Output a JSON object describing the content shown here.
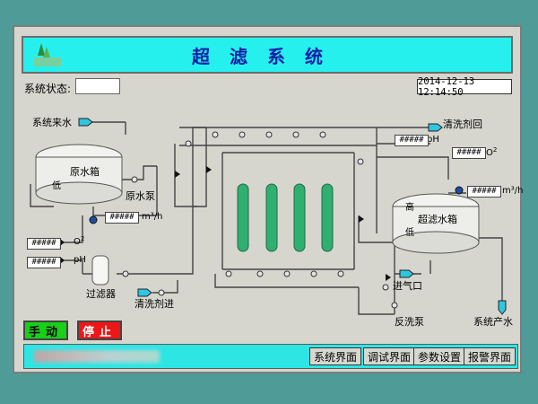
{
  "header": {
    "title": "超滤系统"
  },
  "status": {
    "label": "系统状态:",
    "value": ""
  },
  "clock": {
    "datetime": "2014-12-13 12:14:50"
  },
  "labels": {
    "system_inlet": "系统来水",
    "raw_tank": "原水箱",
    "raw_tank_low": "低",
    "raw_pump": "原水泵",
    "filter": "过滤器",
    "clean_agent_in": "清洗剂进",
    "clean_agent_return": "清洗剂回",
    "uf_tank": "超滤水箱",
    "uf_tank_high": "高",
    "uf_tank_low": "低",
    "air_inlet": "进气口",
    "backwash_pump": "反洗泵",
    "system_output": "系统产水",
    "o2_left": "O",
    "o2_left_sub": "2",
    "ph_left": "pH",
    "flow_left_unit": "m³/h",
    "ph_right": "pH",
    "o2_right": "O",
    "o2_right_sub": "2",
    "flow_right_unit": "m³/h"
  },
  "readouts": {
    "flow_left": "#####",
    "o2_left": "#####",
    "ph_left": "#####",
    "ph_right": "#####",
    "o2_right": "#####",
    "flow_right": "#####"
  },
  "controls": {
    "manual": "手动",
    "stop": "停止"
  },
  "nav": [
    {
      "label": "系统界面"
    },
    {
      "label": "调试界面"
    },
    {
      "label": "参数设置"
    },
    {
      "label": "报警界面"
    }
  ],
  "colors": {
    "title_bar": "#26f0ee",
    "membrane": "#2fb070",
    "manual": "#18d018",
    "stop": "#ee1616"
  }
}
